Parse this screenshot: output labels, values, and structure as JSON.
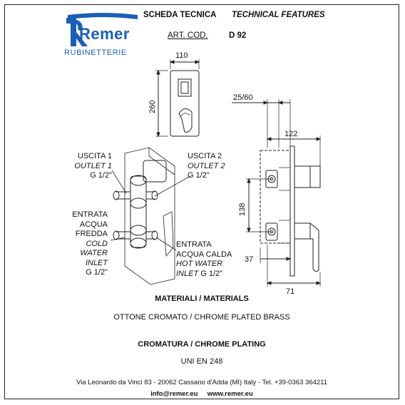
{
  "brand": {
    "name": "Remer",
    "tagline": "RUBINETTERIE",
    "color": "#1a5fb4"
  },
  "header": {
    "title_it": "SCHEDA TECNICA",
    "title_en": "TECHNICAL FEATURES",
    "art_label": "ART. COD.",
    "art_code": "D 92"
  },
  "front_view": {
    "width": "110",
    "height": "260"
  },
  "side_view": {
    "depth_range": "25/60",
    "depth": "122",
    "spacing": "138",
    "lower": "37",
    "projection": "71"
  },
  "outlets": {
    "out1": [
      "USCITA 1",
      "OUTLET 1",
      "G 1/2\""
    ],
    "out2": [
      "USCITA 2",
      "OUTLET 2",
      "G 1/2\""
    ]
  },
  "inlets": {
    "cold": [
      "ENTRATA",
      "ACQUA",
      "FREDDA",
      "COLD",
      "WATER",
      "INLET",
      "G 1/2\""
    ],
    "hot": [
      "ENTRATA",
      "ACQUA CALDA",
      "HOT WATER",
      "INLET",
      "G 1/2\""
    ]
  },
  "materials": {
    "heading": "MATERIALI / MATERIALS",
    "value": "OTTONE CROMATO / CHROME PLATED BRASS"
  },
  "plating": {
    "heading": "CROMATURA / CHROME PLATING",
    "value": "UNI EN 248"
  },
  "footer": {
    "address": "Via Leonardo da Vinci 83 - 20062 Cassano d'Adda (MI) Italy - Tel. +39-0363 364211",
    "email": "info@remer.eu",
    "website": "www.remer.eu"
  }
}
